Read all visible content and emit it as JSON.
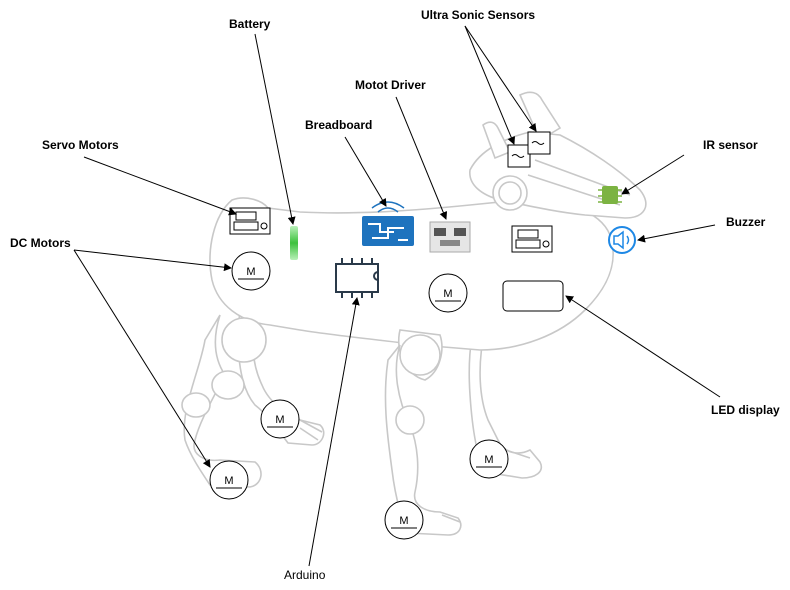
{
  "labels": {
    "battery": "Battery",
    "ultrasonic": "Ultra Sonic Sensors",
    "motor_driver": "Motot Driver",
    "breadboard": "Breadboard",
    "servo": "Servo Motors",
    "ir": "IR sensor",
    "dc": "DC Motors",
    "buzzer": "Buzzer",
    "led": "LED display",
    "arduino": "Arduino"
  },
  "motor_symbol": "M",
  "colors": {
    "outline": "#c8c8c8",
    "battery": "#3cc13c",
    "breadboard": "#1e73be",
    "ir": "#7cb342",
    "buzzer": "#1e88e5"
  },
  "icons": [
    "battery-icon",
    "breadboard-icon",
    "motor-driver-icon",
    "servo-icon",
    "ultrasonic-icon",
    "ir-sensor-icon",
    "buzzer-icon",
    "arduino-chip-icon",
    "led-display-icon"
  ]
}
